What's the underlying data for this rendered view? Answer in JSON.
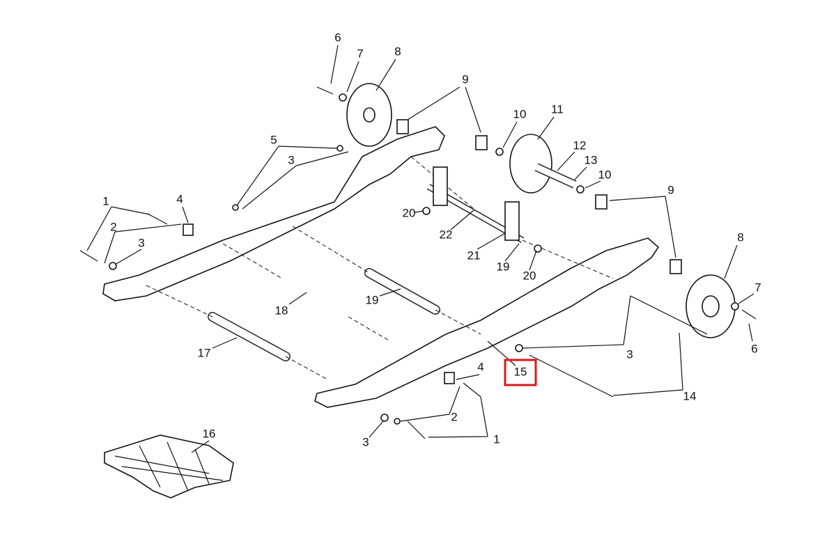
{
  "diagram": {
    "highlight_color": "#e0161b",
    "labels": {
      "p6a": "6",
      "p7a": "7",
      "p8a": "8",
      "p9a": "9",
      "p10a": "10",
      "p11": "11",
      "p12": "12",
      "p13": "13",
      "p10b": "10",
      "p9b": "9",
      "p8b": "8",
      "p7b": "7",
      "p6b": "6",
      "p5": "5",
      "p3a": "3",
      "p1a": "1",
      "p4a": "4",
      "p2a": "2",
      "p3b": "3",
      "p20a": "20",
      "p22": "22",
      "p21": "21",
      "p19a": "19",
      "p20b": "20",
      "p18": "18",
      "p19b": "19",
      "p17": "17",
      "p3c": "3",
      "p15": "15",
      "p4b": "4",
      "p14": "14",
      "p2b": "2",
      "p1b": "1",
      "p3d": "3",
      "p16": "16"
    },
    "highlighted_part": "15"
  }
}
